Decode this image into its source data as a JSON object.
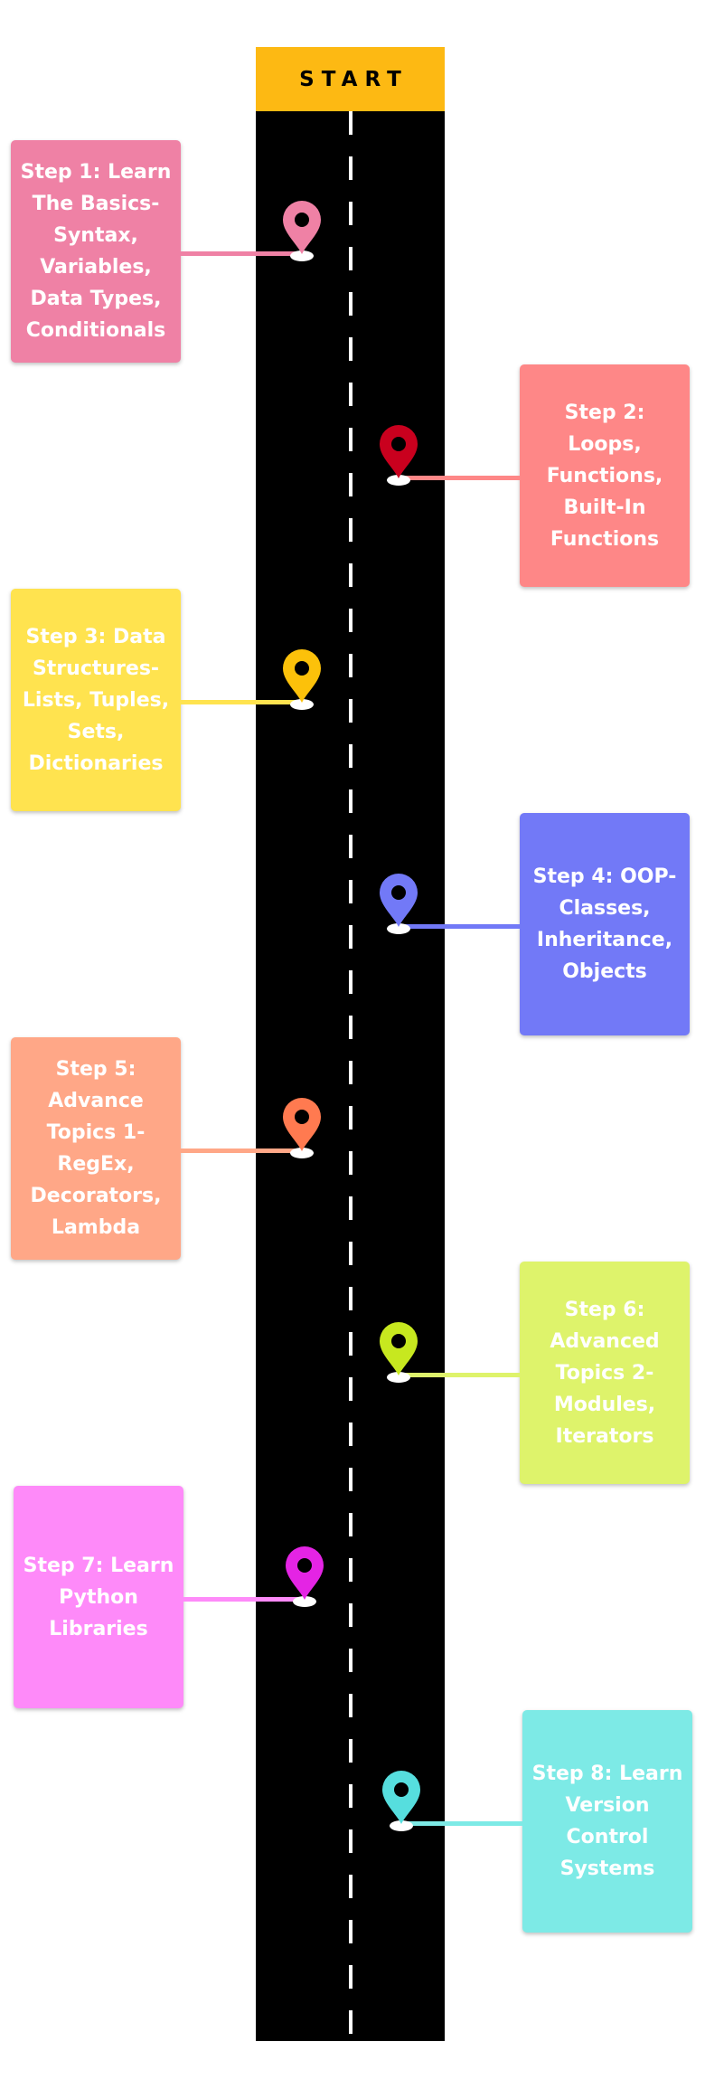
{
  "start_label": "START",
  "steps": [
    {
      "text": "Step 1: Learn The Basics- Syntax, Variables, Data Types, Conditionals",
      "color": "#ef81a5",
      "side": "left",
      "icon": "location-pin-icon"
    },
    {
      "text": "Step 2: Loops, Functions, Built-In Functions",
      "color": "#fe8787",
      "pin_color": "#c9001e",
      "side": "right",
      "icon": "location-pin-icon"
    },
    {
      "text": "Step 3: Data Structures- Lists, Tuples, Sets, Dictionaries",
      "color": "#ffe34f",
      "pin_color": "#fcc10a",
      "side": "left",
      "icon": "location-pin-icon"
    },
    {
      "text": "Step 4: OOP- Classes, Inheritance, Objects",
      "color": "#7279f7",
      "side": "right",
      "icon": "location-pin-icon"
    },
    {
      "text": "Step 5: Advance Topics 1- RegEx, Decorators, Lambda",
      "color": "#ffa787",
      "pin_color": "#ff7a50",
      "side": "left",
      "icon": "location-pin-icon"
    },
    {
      "text": "Step 6: Advanced Topics 2- Modules, Iterators",
      "color": "#def36b",
      "pin_color": "#c7e81f",
      "side": "right",
      "icon": "location-pin-icon"
    },
    {
      "text": "Step 7: Learn Python Libraries",
      "color": "#fe8af9",
      "pin_color": "#e424e4",
      "side": "left",
      "icon": "location-pin-icon"
    },
    {
      "text": "Step 8: Learn Version Control Systems",
      "color": "#7deae6",
      "pin_color": "#56dede",
      "side": "right",
      "icon": "location-pin-icon"
    }
  ]
}
